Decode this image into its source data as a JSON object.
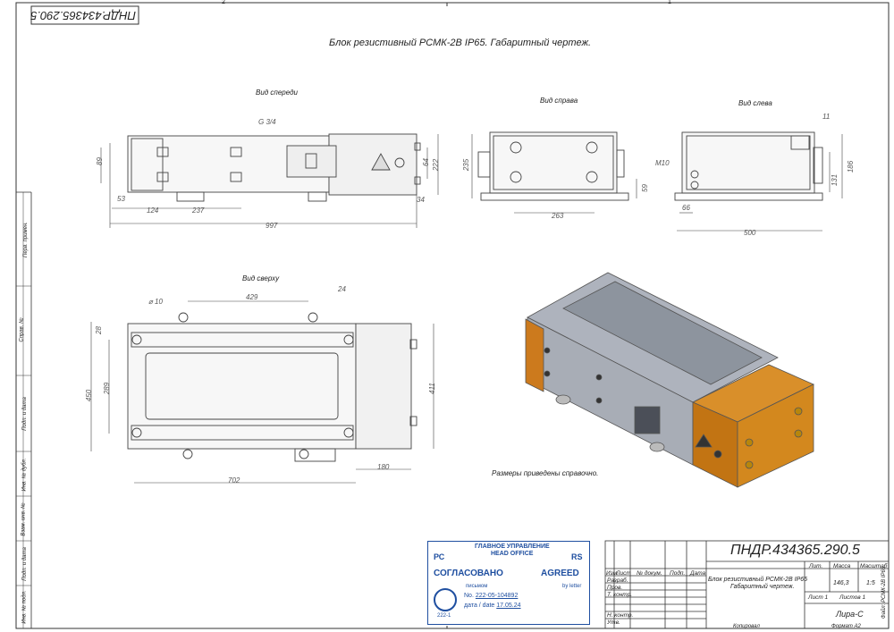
{
  "frame": {
    "top_doc_no": "ПНДР.434365.290.5",
    "zone_numbers": [
      "2",
      "1"
    ],
    "side_labels": [
      "Перв. примен.",
      "Справ. №",
      "Подп. и дата",
      "Инв. № дубл.",
      "Взам. инв. №",
      "Подп. и дата",
      "Инв. № подл."
    ],
    "copied": "Копировал",
    "format": "Формат A2"
  },
  "title": "Блок резистивный РСМК-2В IP65. Габаритный чертеж.",
  "views": {
    "front": "Вид спереди",
    "right": "Вид справа",
    "left": "Вид слева",
    "top": "Вид сверху"
  },
  "dimensions": {
    "g34": "G 3/4",
    "d89": "89",
    "d53": "53",
    "d124": "124",
    "d237": "237",
    "d997": "997",
    "d64": "64",
    "d222": "222",
    "d34": "34",
    "d235": "235",
    "d263": "263",
    "d59": "59",
    "d11": "11",
    "m10": "M10",
    "d131": "131",
    "d186": "186",
    "d66": "66",
    "d500": "500",
    "d10": "⌀ 10",
    "d429": "429",
    "d24": "24",
    "d28": "28",
    "d289": "289",
    "d450": "450",
    "d411": "411",
    "d180": "180",
    "d702": "702"
  },
  "note": "Размеры приведены справочно.",
  "stamp": {
    "org_ru": "ГЛАВНОЕ УПРАВЛЕНИЕ",
    "org_en": "HEAD OFFICE",
    "rc": "РС",
    "rs": "RS",
    "agreed_ru": "СОГЛАСОВАНО",
    "agreed_en": "AGREED",
    "by_letter_ru": "письмом",
    "by_letter_en": "by letter",
    "no_label": "No.",
    "no_value": "222-05-104892",
    "date_label": "дата / date",
    "date_value": "17.05.24",
    "code": "222-1"
  },
  "title_block": {
    "doc_no": "ПНДР.434365.290.5",
    "name_line1": "Блок резистивный РСМК-2В IP65",
    "name_line2": "Габаритный чертеж.",
    "headers": [
      "Изм.",
      "Лист",
      "№ докум.",
      "Подп.",
      "Дата"
    ],
    "roles": [
      "Разраб.",
      "Пров.",
      "Т. контр.",
      "Н. контр.",
      "Утв."
    ],
    "lit_label": "Лит.",
    "mass_label": "Масса",
    "scale_label": "Масштаб",
    "mass_value": "146,3",
    "scale_value": "1:5",
    "sheet": "Лист 1",
    "sheets": "Листов 1",
    "company": "Лира-С",
    "file": "Файл: РСМК-2В IP65"
  }
}
